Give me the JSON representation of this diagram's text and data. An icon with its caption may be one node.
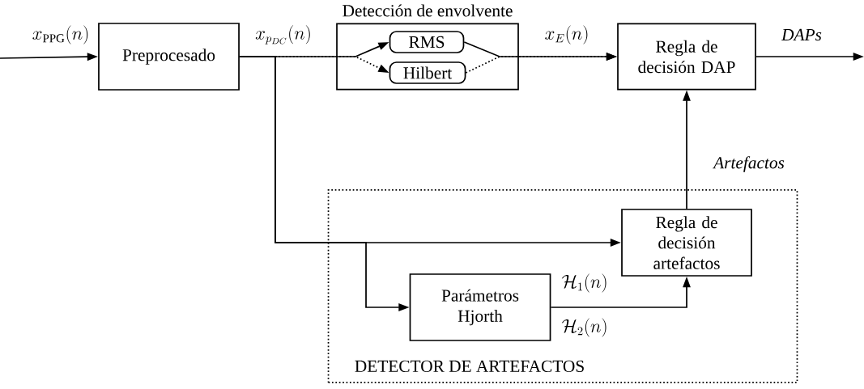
{
  "diagram": {
    "nodes": [
      {
        "text": [
          "Preprocesado"
        ]
      },
      {
        "text": [
          "Detección de envolvente"
        ]
      },
      {
        "text": [
          "RMS"
        ],
        "in": 1
      },
      {
        "text": [
          "Hilbert"
        ],
        "in": 1
      },
      {
        "text": [
          "Regla de decisión DAP"
        ]
      },
      {
        "text": [
          "DETECTOR DE ARTEFACTOS"
        ]
      },
      {
        "text": [
          "Regla de decisión artefactos"
        ],
        "in": 5
      },
      {
        "text": [
          "Parámetros Hjorth"
        ],
        "in": 5
      }
    ],
    "edges": [
      {
        "from": null,
        "to": 0,
        "arrow": "to",
        "label": "x_{\\mathrm{PPG}}(n)"
      },
      {
        "from": 0,
        "to": 2,
        "arrow": "to",
        "label": "x_{p_{DC}}(n)"
      },
      {
        "from": 0,
        "to": 3,
        "arrow": "to",
        "style": "dashed"
      },
      {
        "from": 2,
        "to": 4,
        "arrow": "to",
        "label": "x_{E}(n)"
      },
      {
        "from": 3,
        "to": 4,
        "arrow": "to",
        "style": "dashed"
      },
      {
        "from": 4,
        "to": null,
        "arrow": "to",
        "label": "DAPs"
      },
      {
        "from": 0,
        "to": 6,
        "arrow": "to"
      },
      {
        "from": 0,
        "to": 7,
        "arrow": "to"
      },
      {
        "from": 7,
        "to": 6,
        "arrow": "to",
        "label": "\\mathcal{H}_1(n)"
      },
      {
        "from": 6,
        "to": 4,
        "arrow": "to",
        "label": "Artefactos"
      }
    ],
    "labels": [
      "\\mathcal{H}_2(n)"
    ]
  }
}
